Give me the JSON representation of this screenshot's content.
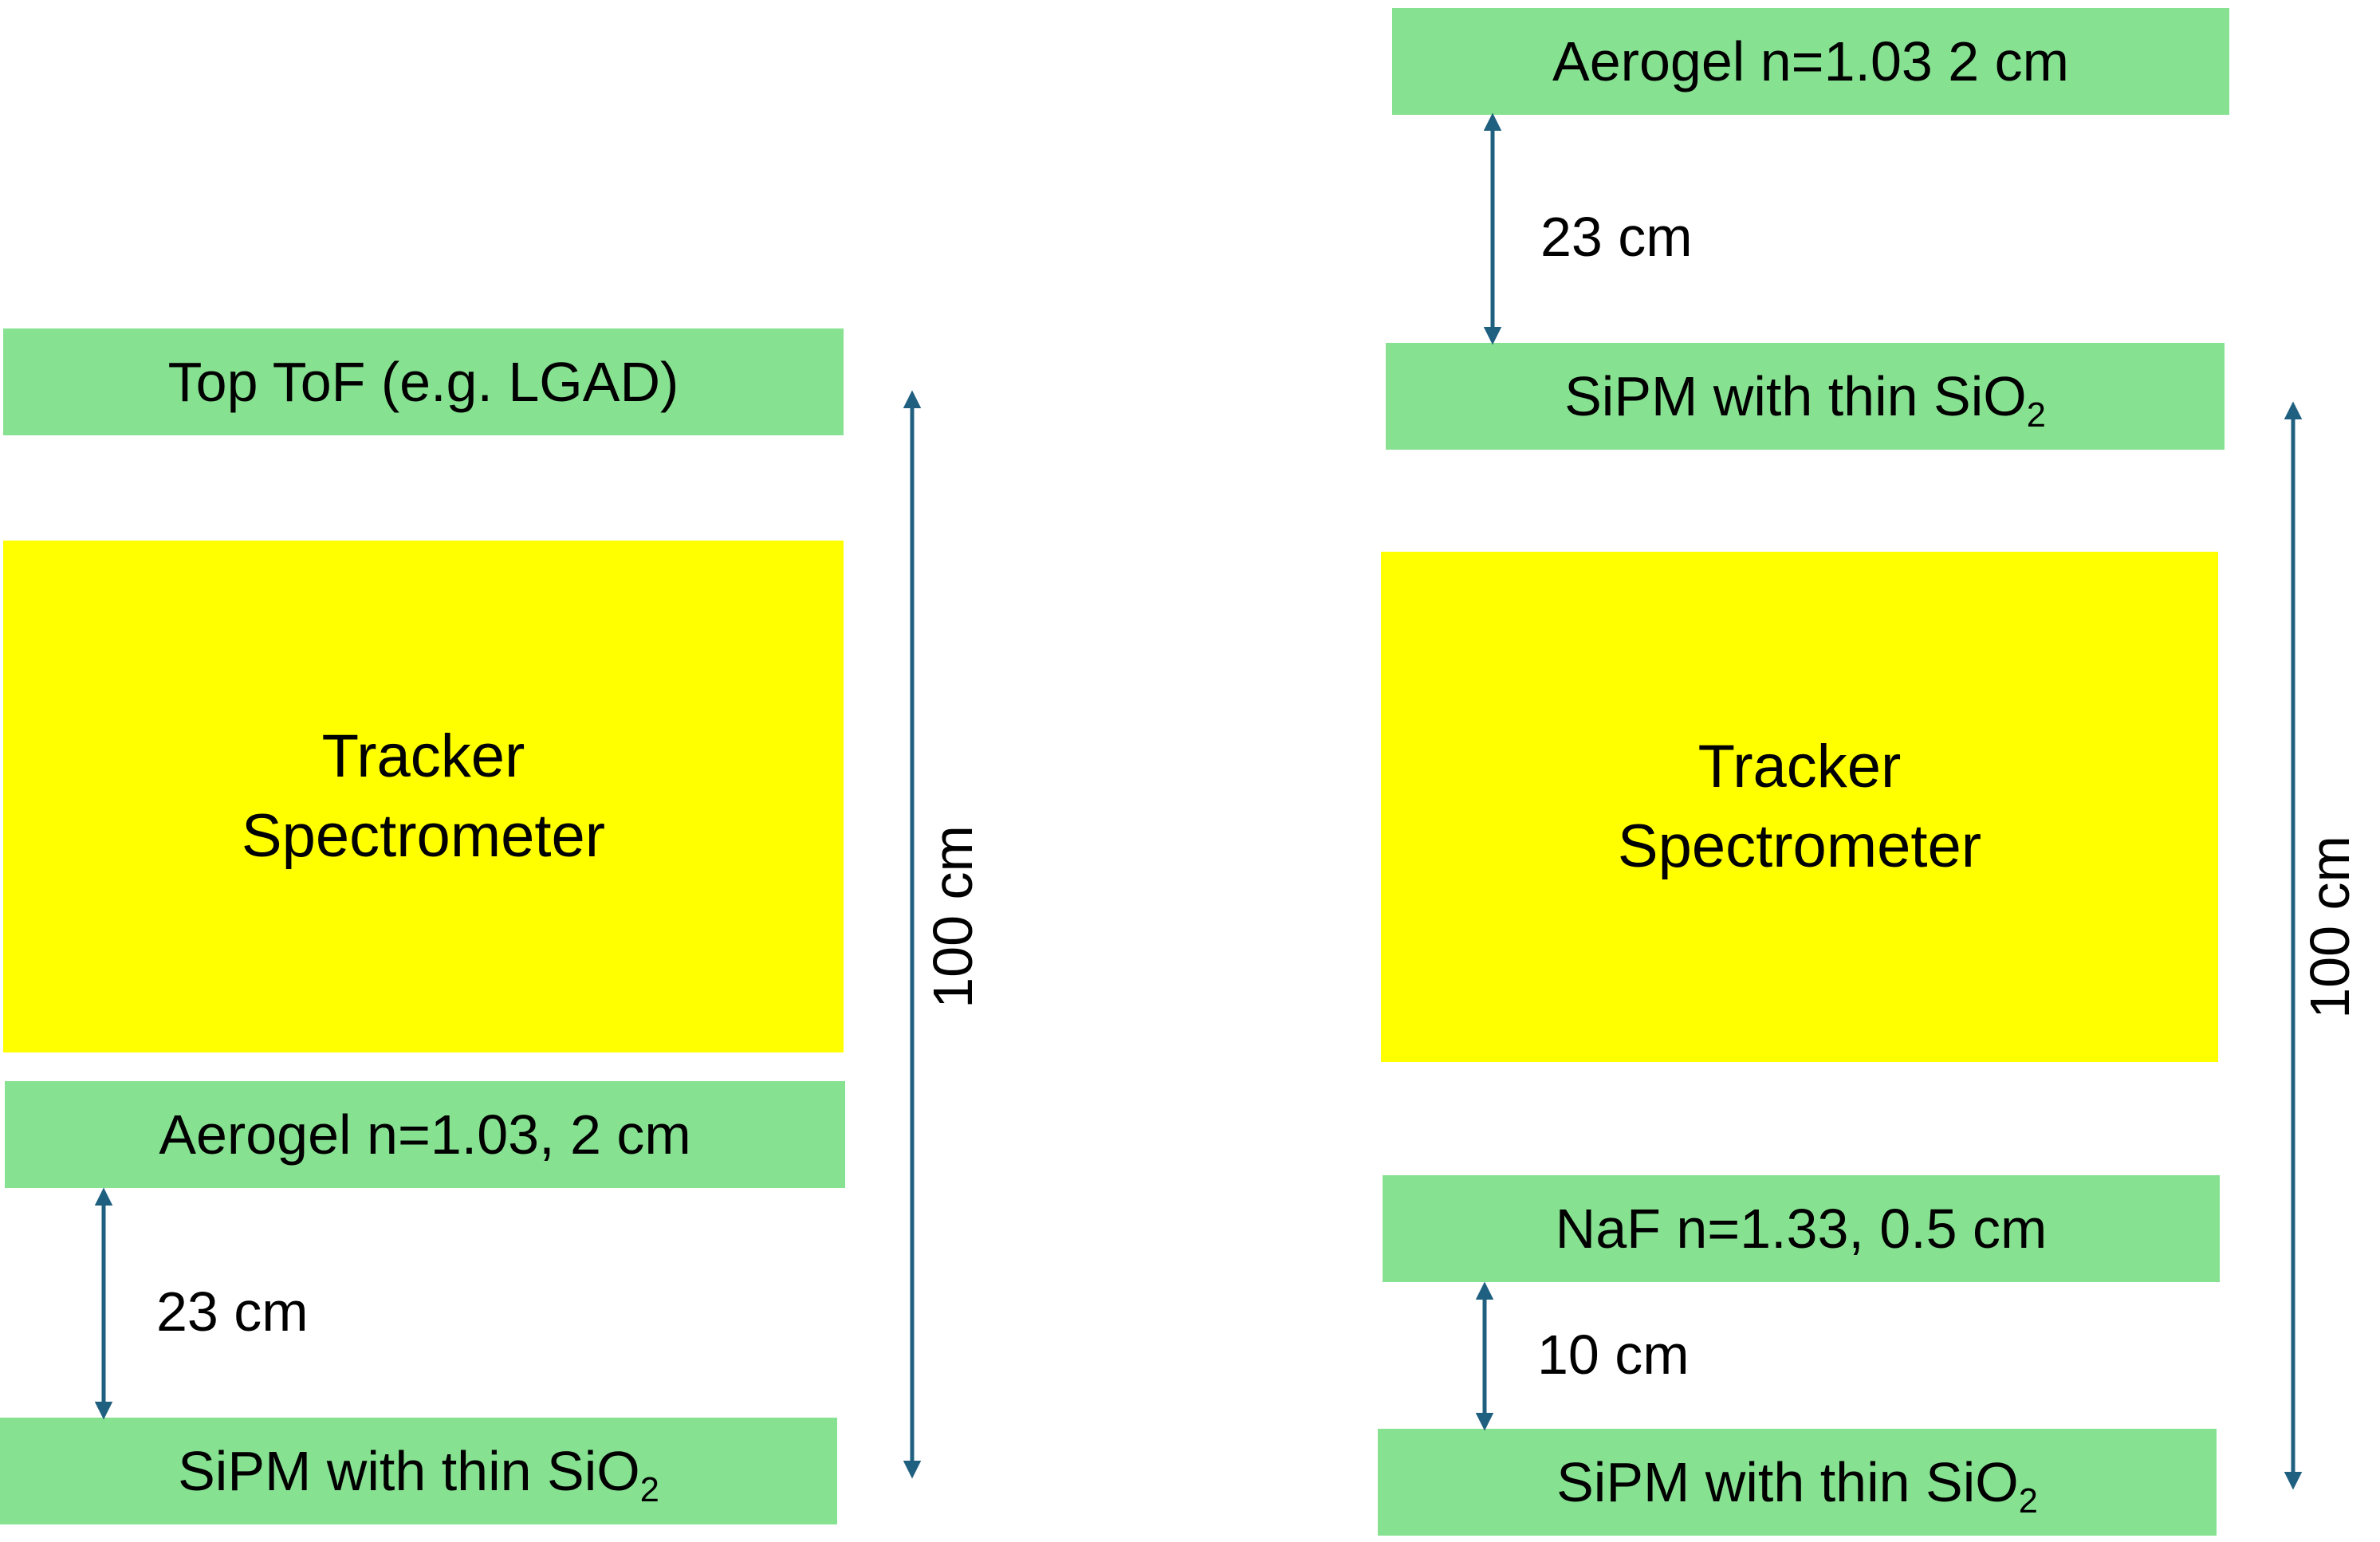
{
  "left": {
    "top_tof": "Top ToF (e.g. LGAD)",
    "tracker": "Tracker\nSpectrometer",
    "aerogel": "Aerogel n=1.03, 2 cm",
    "gap_label": "23 cm",
    "sipm": {
      "text": "SiPM with thin SiO",
      "sub": "2"
    },
    "total_label": "100 cm"
  },
  "right": {
    "aerogel": "Aerogel n=1.03 2 cm",
    "gap_top_label": "23 cm",
    "sipm_top": {
      "text": "SiPM with thin SiO",
      "sub": "2"
    },
    "tracker": "Tracker\nSpectrometer",
    "naf": "NaF n=1.33, 0.5 cm",
    "gap_bottom_label": "10 cm",
    "sipm_bottom": {
      "text": "SiPM with thin SiO",
      "sub": "2"
    },
    "total_label": "100 cm"
  },
  "colors": {
    "detector_layer": "#86e191",
    "tracker": "#ffff00",
    "arrow": "#1f6080"
  }
}
